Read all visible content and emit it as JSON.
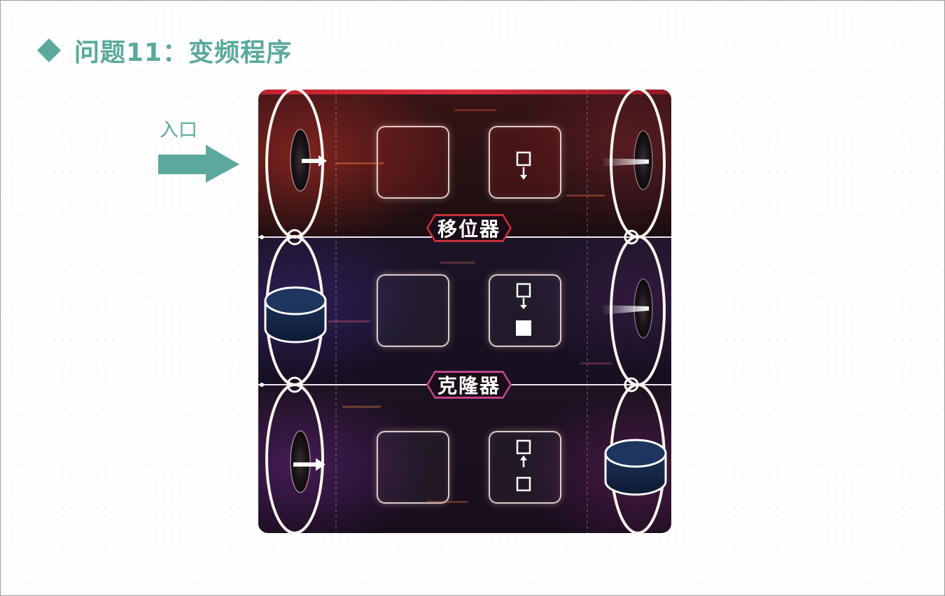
{
  "title": "问题11：变频程序",
  "entry": {
    "label": "入口"
  },
  "lanes": [
    {
      "name": "移位器",
      "slot_a": "empty",
      "slot_b_icon": "square-outline-down-arrow"
    },
    {
      "name": "克隆器",
      "slot_a": "empty",
      "slot_b_icon": "square-outline-down-arrow-filled-square"
    },
    {
      "name": "",
      "slot_a": "empty",
      "slot_b_icon": "square-outline-up-arrow-square-outline"
    }
  ],
  "colors": {
    "accent": "#5aa99c",
    "shifter_badge": "#c83038",
    "cloner_badge": "#c04a8a",
    "puck": "#1e3560"
  }
}
